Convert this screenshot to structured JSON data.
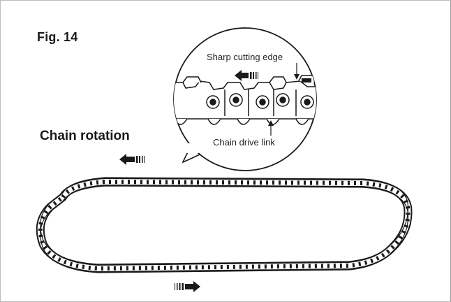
{
  "figure": {
    "title": "Fig. 14",
    "chain_label": "Chain rotation"
  },
  "callout": {
    "cutting_edge_label": "Sharp cutting edge",
    "drive_link_label": "Chain drive link"
  },
  "colors": {
    "ink": "#1a1a1a",
    "frame": "#9a9a9a"
  },
  "icons": {
    "rotation_left": "arrow-left-icon",
    "rotation_right": "arrow-right-icon"
  }
}
